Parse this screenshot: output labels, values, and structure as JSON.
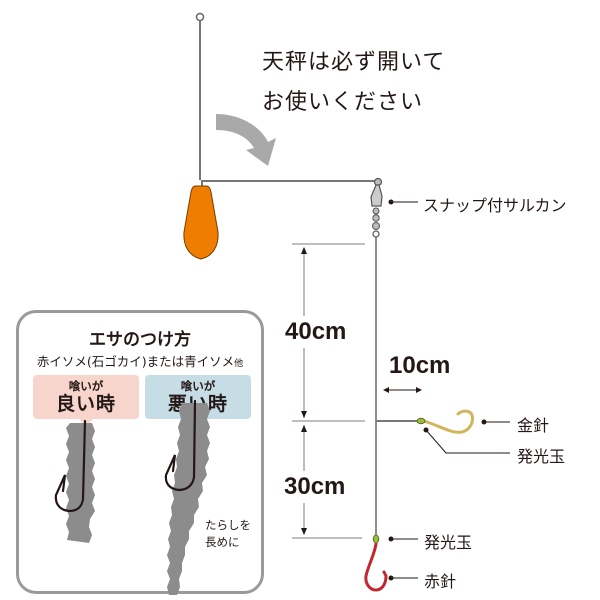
{
  "heading": {
    "line1": "天秤は必ず開いて",
    "line2": "お使いください"
  },
  "labels": {
    "snap_swivel": "スナップ付サルカン",
    "gold_hook": "金針",
    "glow_bead_upper": "発光玉",
    "glow_bead_lower": "発光玉",
    "red_hook": "赤針"
  },
  "measurements": {
    "upper_length": "40cm",
    "branch_length": "10cm",
    "lower_length": "30cm"
  },
  "bait_card": {
    "title": "エサのつけ方",
    "subtitle": "赤イソメ(石ゴカイ)または青イソメ",
    "subtitle_suffix": "他",
    "good": {
      "small": "喰いが",
      "big": "良い時"
    },
    "bad": {
      "small": "喰いが",
      "big": "悪い時"
    },
    "note_line1": "たらしを",
    "note_line2": "長めに"
  },
  "colors": {
    "sinker": "#ee7d00",
    "gold_hook": "#d2b55b",
    "red_hook": "#c1272d",
    "glow_bead": "#9bbb3c",
    "good_bubble": "#f8d5cc",
    "bad_bubble": "#c6dde6",
    "card_border": "#9a9a9a",
    "worm": "#8c8c8c",
    "arrow": "#a9a9a9"
  }
}
